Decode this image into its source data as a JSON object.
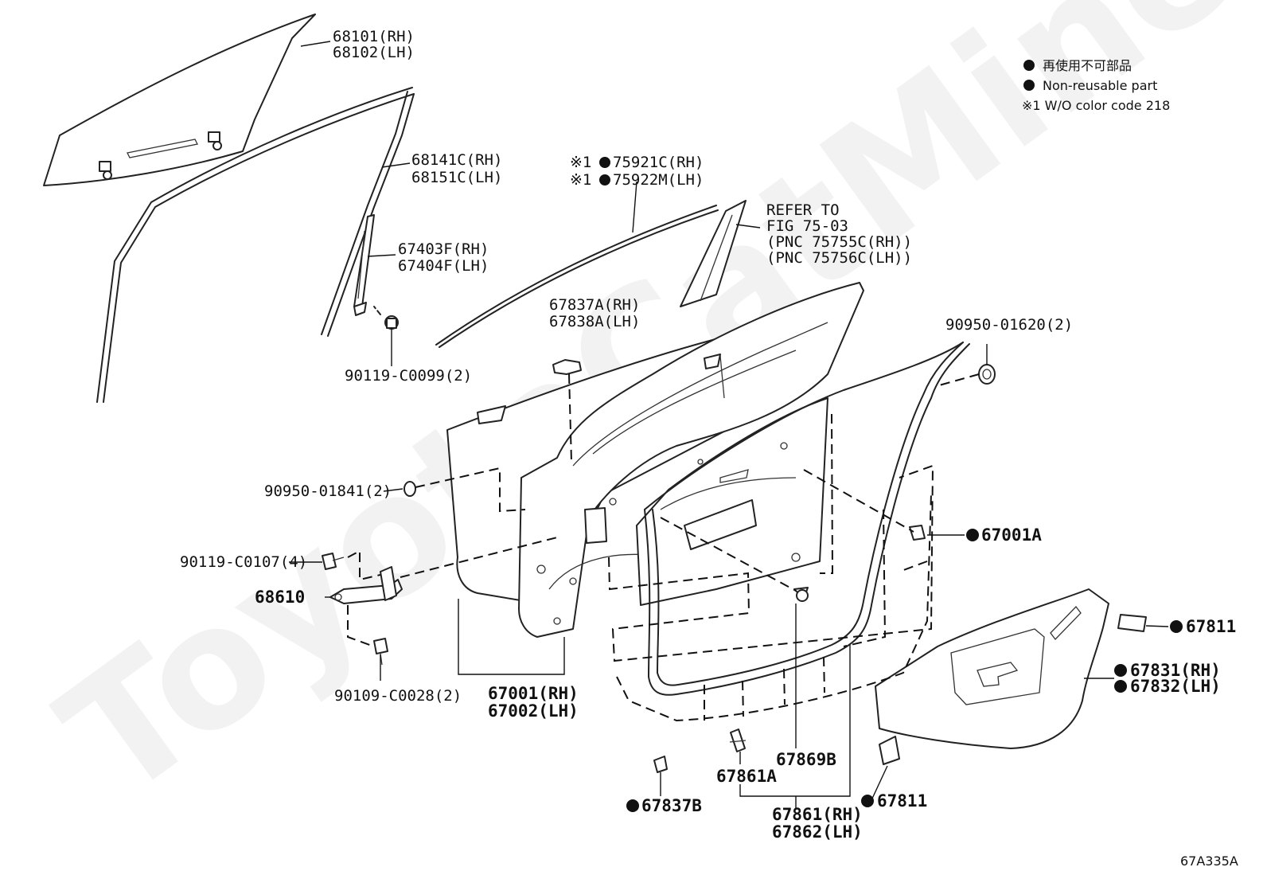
{
  "legend": {
    "non_reusable_jp": "再使用不可部品",
    "non_reusable_en": "Non-reusable part",
    "note": "※1 W/O color code 218"
  },
  "watermark": "ToyotaCatMine.ru",
  "figure_code": "67A335A",
  "callouts": {
    "glass": [
      "68101(RH)",
      "68102(LH)"
    ],
    "run_channel": [
      "68141C(RH)",
      "68151C(LH)"
    ],
    "sash_channel": [
      "67403F(RH)",
      "67404F(LH)"
    ],
    "bolt_90119_c0099": "90119-C0099(2)",
    "moulding_prefix": "※1",
    "moulding": [
      "75921C(RH)",
      "75922M(LH)"
    ],
    "refer": [
      "REFER TO",
      "FIG 75-03",
      "(PNC 75755C(RH))",
      "(PNC 75756C(LH))"
    ],
    "bracket_top": [
      "67837A(RH)",
      "67838A(LH)"
    ],
    "plug_01620": "90950-01620(2)",
    "plug_01841": "90950-01841(2)",
    "clip_67001a": "67001A",
    "bolt_90119_c0107": "90119-C0107(4)",
    "check_68610": "68610",
    "cover_67811_right": "67811",
    "service_hole_cover": [
      "67831(RH)",
      "67832(LH)"
    ],
    "bolt_90109_c0028": "90109-C0028(2)",
    "door_panel": [
      "67001(RH)",
      "67002(LH)"
    ],
    "weatherstrip_clip": "67869B",
    "clip_67861a": "67861A",
    "bracket_67837b": "67837B",
    "cover_67811_bottom": "67811",
    "weatherstrip": [
      "67861(RH)",
      "67862(LH)"
    ]
  }
}
